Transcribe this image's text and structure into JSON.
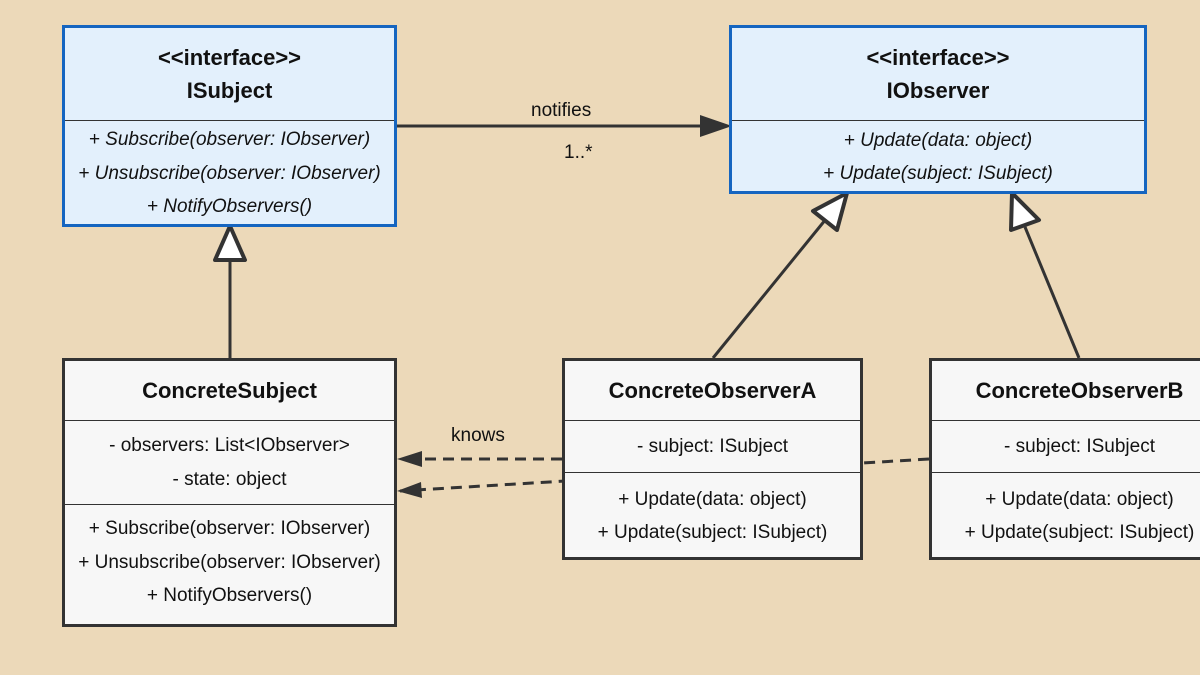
{
  "diagram": {
    "type": "uml-class-diagram",
    "colors": {
      "background": "#ecd9b9",
      "interface_border": "#1565c0",
      "interface_fill": "#e3f0fc",
      "class_border": "#333333",
      "class_fill": "#f7f7f7"
    },
    "isubject": {
      "stereotype": "<<interface>>",
      "name": "ISubject",
      "methods": [
        "+ Subscribe(observer: IObserver)",
        "+ Unsubscribe(observer: IObserver)",
        "+ NotifyObservers()"
      ]
    },
    "iobserver": {
      "stereotype": "<<interface>>",
      "name": "IObserver",
      "methods": [
        "+ Update(data: object)",
        "+ Update(subject: ISubject)"
      ]
    },
    "concrete_subject": {
      "name": "ConcreteSubject",
      "attributes": [
        "- observers: List<IObserver>",
        "- state: object"
      ],
      "methods": [
        "+ Subscribe(observer: IObserver)",
        "+ Unsubscribe(observer: IObserver)",
        "+ NotifyObservers()"
      ]
    },
    "concrete_observer_a": {
      "name": "ConcreteObserverA",
      "attributes": [
        "- subject: ISubject"
      ],
      "methods": [
        "+ Update(data: object)",
        "+ Update(subject: ISubject)"
      ]
    },
    "concrete_observer_b": {
      "name": "ConcreteObserverB",
      "attributes": [
        "- subject: ISubject"
      ],
      "methods": [
        "+ Update(data: object)",
        "+ Update(subject: ISubject)"
      ]
    },
    "relations": {
      "notifies_label": "notifies",
      "notifies_multiplicity": "1..*",
      "knows_label": "knows"
    }
  }
}
